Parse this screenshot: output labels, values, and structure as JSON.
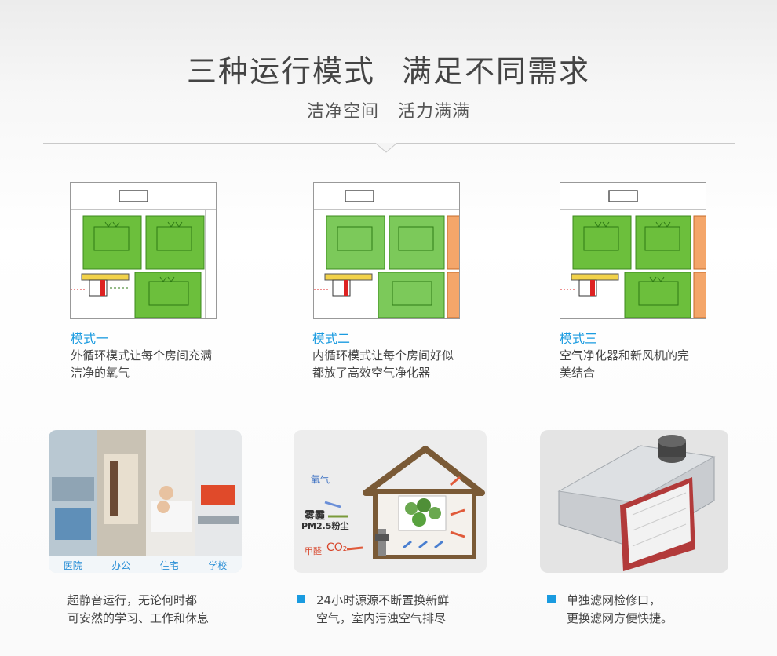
{
  "header": {
    "title_part1": "三种运行模式",
    "title_part2": "满足不同需求",
    "subtitle_part1": "洁净空间",
    "subtitle_part2": "活力满满"
  },
  "modes": [
    {
      "title": "模式一",
      "desc_line1": "外循环模式让每个房间充满",
      "desc_line2": "洁净的氧气"
    },
    {
      "title": "模式二",
      "desc_line1": "内循环模式让每个房间好似",
      "desc_line2": "都放了高效空气净化器"
    },
    {
      "title": "模式三",
      "desc_line1": "空气净化器和新风机的完",
      "desc_line2": "美结合"
    }
  ],
  "photo_labels": [
    "医院",
    "办公",
    "住宅",
    "学校"
  ],
  "house_labels": {
    "oxygen": "氧气",
    "smog": "雾霾",
    "pm25": "PM2.5粉尘",
    "formaldehyde": "甲醛",
    "co2": "CO₂"
  },
  "bottom": [
    {
      "line1": "超静音运行，无论何时都",
      "line2": "可安然的学习、工作和休息"
    },
    {
      "line1": "24小时源源不断置换新鲜",
      "line2": "空气，室内污浊空气排尽"
    },
    {
      "line1": "单独滤网检修口，",
      "line2": "更换滤网方便快捷。"
    }
  ],
  "colors": {
    "accent": "#1a9be0",
    "room_green": "#6cbf3c",
    "room_orange": "#f4a66a"
  }
}
